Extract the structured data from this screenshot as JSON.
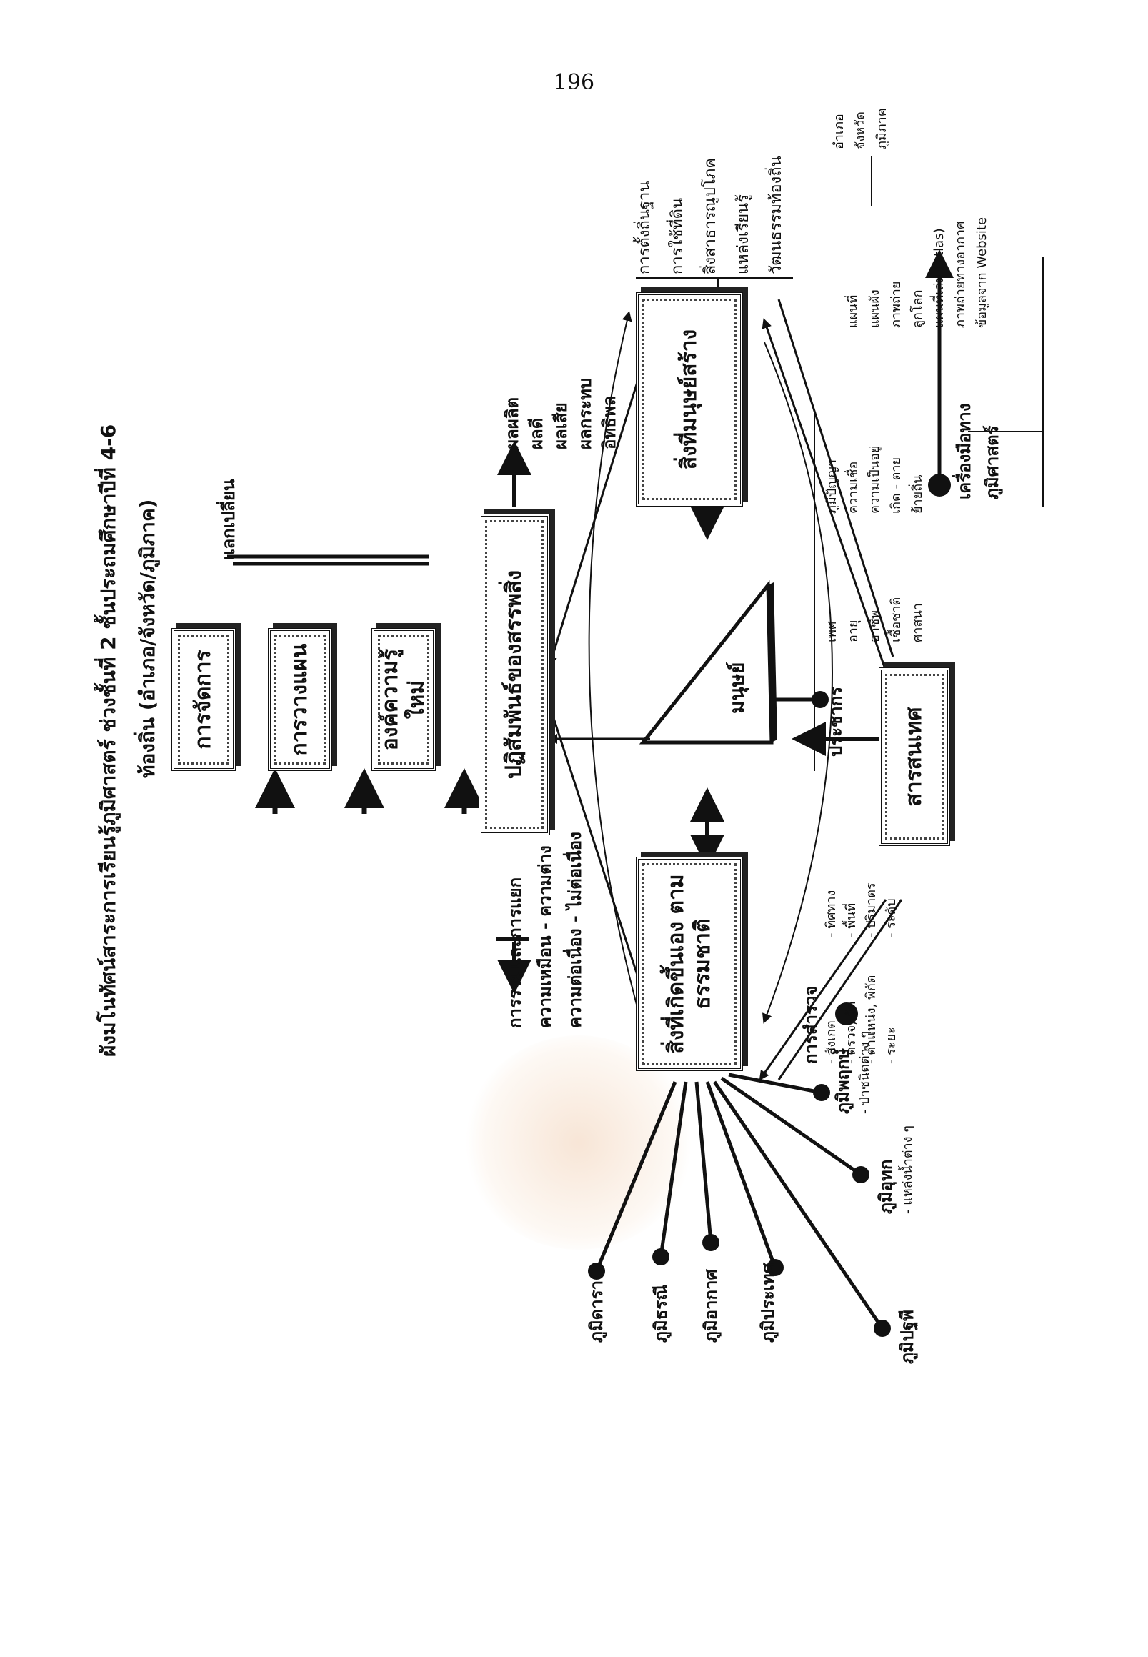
{
  "page_number": "196",
  "title": "ผังมโนทัศน์สาระการเรียนรู้ภูมิศาสตร์ ช่วงชั้นที่ 2 ชั้นประถมศึกษาปีที่ 4-6",
  "subtitle": "ท้องถิ่น (อำเภอ/จังหวัด/ภูมิภาค)",
  "nodes": {
    "management": "การจัดการ",
    "planning": "การวางแผน",
    "new_knowledge": "องค์ความรู้ใหม่",
    "interaction": "ปฏิสัมพันธ์ของสรรพสิ่ง",
    "human": "มนุษย์",
    "natural": "สิ่งที่เกิดขึ้นเอง ตามธรรมชาติ",
    "manmade": "สิ่งที่มนุษย์สร้าง",
    "information": "สารสนเทศ"
  },
  "exchange_label": "แลกเปลี่ยน",
  "interaction_left_items": [
    "การรวมและการแยก",
    "ความเหมือน - ความต่าง",
    "ความต่อเนื่อง - ไม่ต่อเนื่อง"
  ],
  "interaction_right_items": [
    "ผลผลิต",
    "ผลดี",
    "ผลเสีย",
    "ผลกระทบ",
    "อิทธิพล"
  ],
  "manmade_items": [
    "การตั้งถิ่นฐาน",
    "การใช้ที่ดิน",
    "สิ่งสาธารณูปโภค",
    "แหล่งเรียนรู้",
    "วัฒนธรรมท้องถิ่น"
  ],
  "population_label": "ประชากร",
  "population_items": [
    "เพศ",
    "อายุ",
    "อาชีพ",
    "เชื้อชาติ",
    "ศาสนา",
    "ภูมิปัญญา",
    "ความเชื่อ",
    "ความเป็นอยู่",
    "เกิด - ตาย",
    "ย้ายถิ่น"
  ],
  "geo_tools": {
    "label": "เครื่องมือทางภูมิศาสตร์",
    "items": [
      "แผนที่",
      "แผนผัง",
      "ภาพถ่าย",
      "ลูกโลก",
      "แผนที่เล่ม (Atlas)",
      "ภาพถ่ายทางอากาศ",
      "ข้อมูลจาก Website"
    ],
    "map_scales": [
      "อำเภอ",
      "จังหวัด",
      "ภูมิภาค"
    ]
  },
  "survey": {
    "label": "การสำรวจ",
    "items": [
      "- สังเกต",
      "- ตรวจ, วัด",
      "- ตำแหน่ง, พิกัด",
      "- ระยะ",
      "- ทิศทาง",
      "- พื้นที่",
      "- ปริมาตร",
      "- ระดับ"
    ]
  },
  "natural_spheres": [
    {
      "label": "ภูมิพฤกษ์",
      "note": "- ป่าชนิดต่าง ๆ"
    },
    {
      "label": "ภูมิอุทก",
      "note": "- แหล่งน้ำต่าง ๆ"
    },
    {
      "label": "ภูมิปฐพี",
      "note": ""
    },
    {
      "label": "ภูมิประเทศ",
      "note": ""
    },
    {
      "label": "ภูมิอากาศ",
      "note": ""
    },
    {
      "label": "ภูมิธรณี",
      "note": ""
    },
    {
      "label": "ภูมิดารา",
      "note": ""
    }
  ],
  "colors": {
    "ink": "#111111",
    "watermark": "#e8a878"
  }
}
